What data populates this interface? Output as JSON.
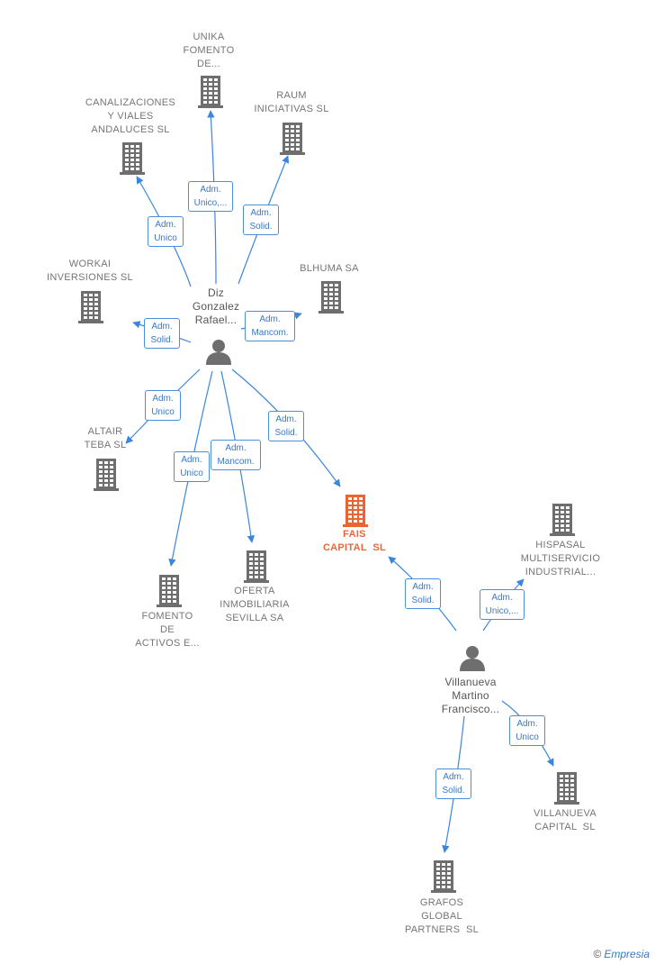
{
  "persons": [
    {
      "id": "p1",
      "label": "Diz\nGonzalez\nRafael..."
    },
    {
      "id": "p2",
      "label": "Villanueva\nMartino\nFrancisco..."
    }
  ],
  "companies": [
    {
      "id": "c_unika",
      "label": "UNIKA\nFOMENTO\nDE...",
      "highlight": false
    },
    {
      "id": "c_canal",
      "label": "CANALIZACIONES\nY VIALES\nANDALUCES SL",
      "highlight": false
    },
    {
      "id": "c_raum",
      "label": "RAUM\nINICIATIVAS SL",
      "highlight": false
    },
    {
      "id": "c_workai",
      "label": "WORKAI\nINVERSIONES SL",
      "highlight": false
    },
    {
      "id": "c_blhuma",
      "label": "BLHUMA SA",
      "highlight": false
    },
    {
      "id": "c_altair",
      "label": "ALTAIR\nTEBA SL",
      "highlight": false
    },
    {
      "id": "c_fais",
      "label": "FAIS\nCAPITAL  SL",
      "highlight": true
    },
    {
      "id": "c_hispasal",
      "label": "HISPASAL\nMULTISERVICIO\nINDUSTRIAL...",
      "highlight": false
    },
    {
      "id": "c_fomento",
      "label": "FOMENTO\nDE\nACTIVOS E...",
      "highlight": false
    },
    {
      "id": "c_oferta",
      "label": "OFERTA\nINMOBILIARIA\nSEVILLA SA",
      "highlight": false
    },
    {
      "id": "c_vcapital",
      "label": "VILLANUEVA\nCAPITAL  SL",
      "highlight": false
    },
    {
      "id": "c_grafos",
      "label": "GRAFOS\nGLOBAL\nPARTNERS  SL",
      "highlight": false
    }
  ],
  "edges": [
    {
      "from": "p1",
      "to": "c_unika",
      "label": "Adm.\nUnico,..."
    },
    {
      "from": "p1",
      "to": "c_canal",
      "label": "Adm.\nUnico"
    },
    {
      "from": "p1",
      "to": "c_raum",
      "label": "Adm.\nSolid."
    },
    {
      "from": "p1",
      "to": "c_workai",
      "label": "Adm.\nSolid."
    },
    {
      "from": "p1",
      "to": "c_blhuma",
      "label": "Adm.\nMancom."
    },
    {
      "from": "p1",
      "to": "c_altair",
      "label": "Adm.\nUnico"
    },
    {
      "from": "p1",
      "to": "c_fomento",
      "label": "Adm.\nUnico"
    },
    {
      "from": "p1",
      "to": "c_oferta",
      "label": "Adm.\nMancom."
    },
    {
      "from": "p1",
      "to": "c_fais",
      "label": "Adm.\nSolid."
    },
    {
      "from": "p2",
      "to": "c_fais",
      "label": "Adm.\nSolid."
    },
    {
      "from": "p2",
      "to": "c_hispasal",
      "label": "Adm.\nUnico,..."
    },
    {
      "from": "p2",
      "to": "c_vcapital",
      "label": "Adm.\nUnico"
    },
    {
      "from": "p2",
      "to": "c_grafos",
      "label": "Adm.\nSolid."
    }
  ],
  "brand": {
    "symbol": "©",
    "name": "Empresia"
  },
  "colors": {
    "edge": "#3a86dd",
    "icon": "#6e6e6e",
    "highlight": "#ee6332",
    "label_border": "#4a8fd8"
  }
}
